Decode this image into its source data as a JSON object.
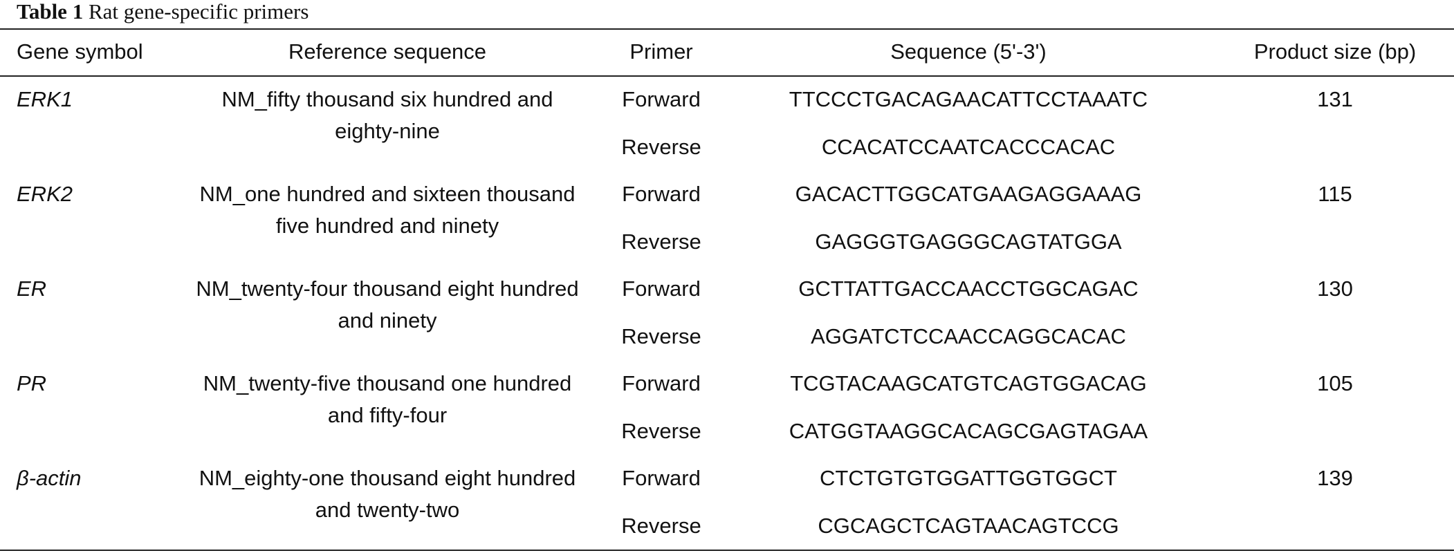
{
  "caption": {
    "label": "Table 1",
    "text": "Rat gene-specific primers"
  },
  "table": {
    "headers": {
      "gene_symbol": "Gene symbol",
      "reference_sequence": "Reference sequence",
      "primer": "Primer",
      "sequence": "Sequence (5'-3')",
      "product_size": "Product size (bp)"
    },
    "rows": [
      {
        "gene": "ERK1",
        "reference": "NM_fifty thousand six hundred and eighty-nine",
        "forward_label": "Forward",
        "forward_seq": "TTCCCTGACAGAACATTCCTAAATC",
        "reverse_label": "Reverse",
        "reverse_seq": "CCACATCCAATCACCCACAC",
        "size": "131"
      },
      {
        "gene": "ERK2",
        "reference": "NM_one hundred and sixteen thousand five hundred and ninety",
        "forward_label": "Forward",
        "forward_seq": "GACACTTGGCATGAAGAGGAAAG",
        "reverse_label": "Reverse",
        "reverse_seq": "GAGGGTGAGGGCAGTATGGA",
        "size": "115"
      },
      {
        "gene": "ER",
        "reference": "NM_twenty-four thousand eight hundred and ninety",
        "forward_label": "Forward",
        "forward_seq": "GCTTATTGACCAACCTGGCAGAC",
        "reverse_label": "Reverse",
        "reverse_seq": "AGGATCTCCAACCAGGCACAC",
        "size": "130"
      },
      {
        "gene": "PR",
        "reference": "NM_twenty-five thousand one hundred and fifty-four",
        "forward_label": "Forward",
        "forward_seq": "TCGTACAAGCATGTCAGTGGACAG",
        "reverse_label": "Reverse",
        "reverse_seq": "CATGGTAAGGCACAGCGAGTAGAA",
        "size": "105"
      },
      {
        "gene": "β-actin",
        "reference": "NM_eighty-one thousand eight hundred and twenty-two",
        "forward_label": "Forward",
        "forward_seq": "CTCTGTGTGGATTGGTGGCT",
        "reverse_label": "Reverse",
        "reverse_seq": "CGCAGCTCAGTAACAGTCCG",
        "size": "139"
      }
    ]
  }
}
